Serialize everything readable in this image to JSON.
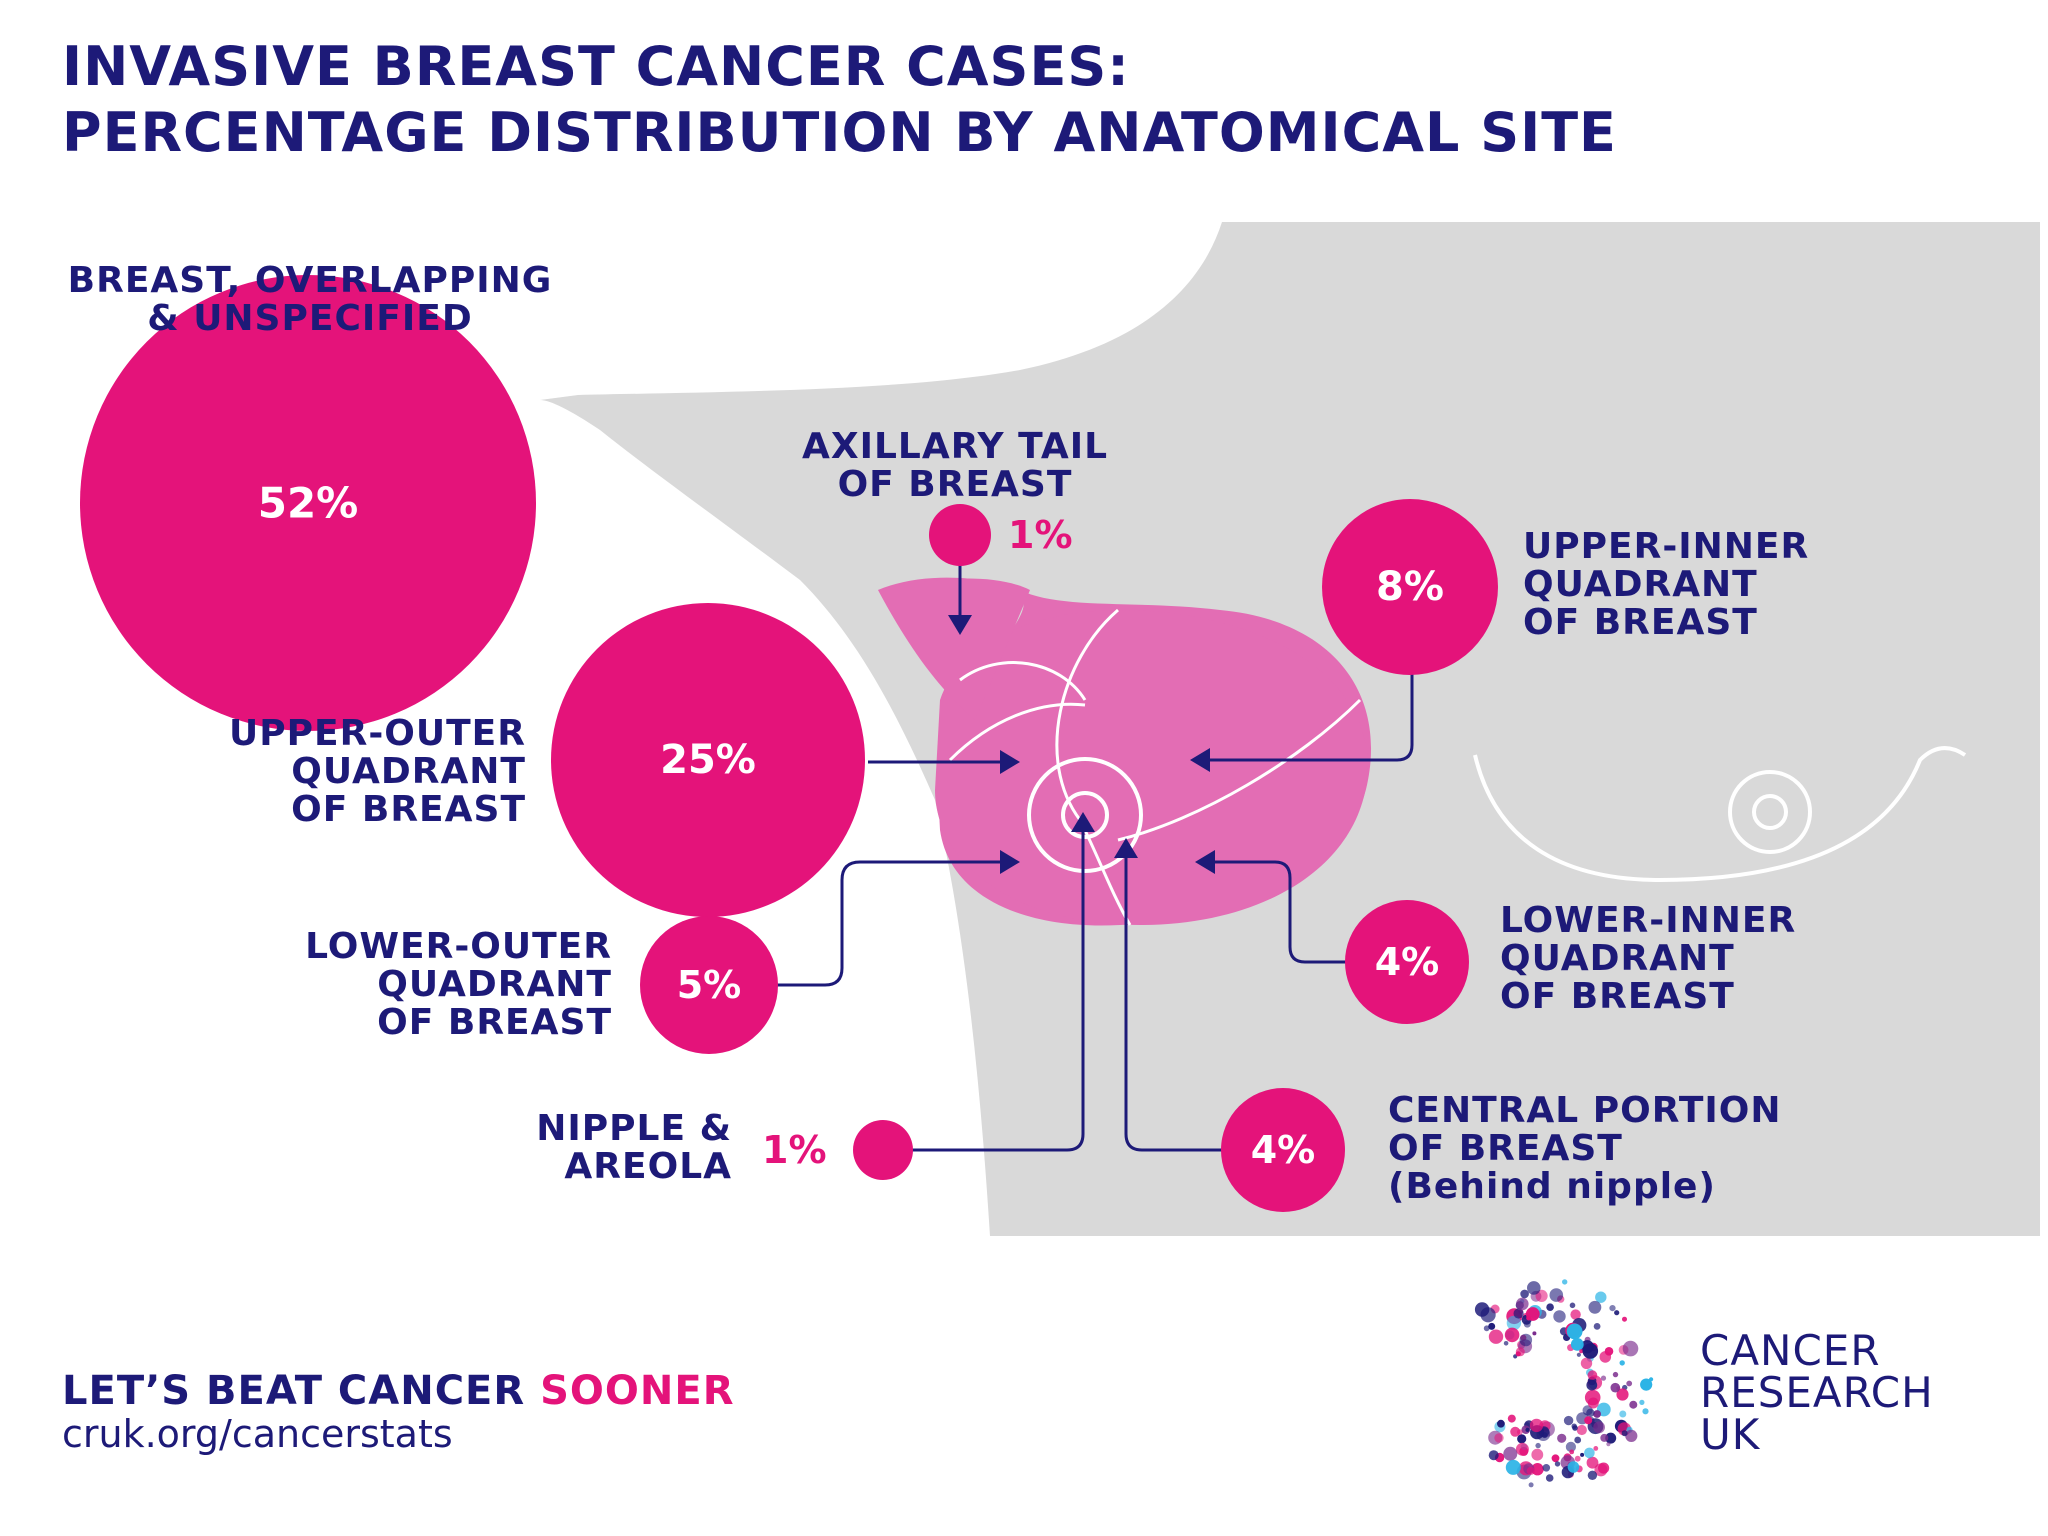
{
  "title": {
    "line1": "INVASIVE BREAST CANCER CASES:",
    "line2": "PERCENTAGE DISTRIBUTION BY ANATOMICAL SITE"
  },
  "colors": {
    "navy": "#1d1a78",
    "magenta": "#e4137a",
    "breast_pink": "#e36db4",
    "body_gray": "#d9d9d9",
    "background": "#ffffff"
  },
  "sites": {
    "overlapping": {
      "label": "BREAST, OVERLAPPING\n& UNSPECIFIED",
      "value": "52%"
    },
    "axillary": {
      "label": "AXILLARY TAIL\nOF BREAST",
      "value": "1%"
    },
    "upper_inner": {
      "label": "UPPER-INNER\nQUADRANT\nOF BREAST",
      "value": "8%"
    },
    "upper_outer": {
      "label": "UPPER-OUTER\nQUADRANT\nOF BREAST",
      "value": "25%"
    },
    "lower_inner": {
      "label": "LOWER-INNER\nQUADRANT\nOF BREAST",
      "value": "4%"
    },
    "lower_outer": {
      "label": "LOWER-OUTER\nQUADRANT\nOF BREAST",
      "value": "5%"
    },
    "nipple": {
      "label": "NIPPLE &\nAREOLA",
      "value": "1%"
    },
    "central": {
      "label": "CENTRAL PORTION\nOF BREAST\n(Behind nipple)",
      "value": "4%"
    }
  },
  "footer": {
    "tagline_main": "LET’S BEAT CANCER ",
    "tagline_accent": "SOONER",
    "url": "cruk.org/cancerstats",
    "brand": "CANCER\nRESEARCH\nUK"
  }
}
